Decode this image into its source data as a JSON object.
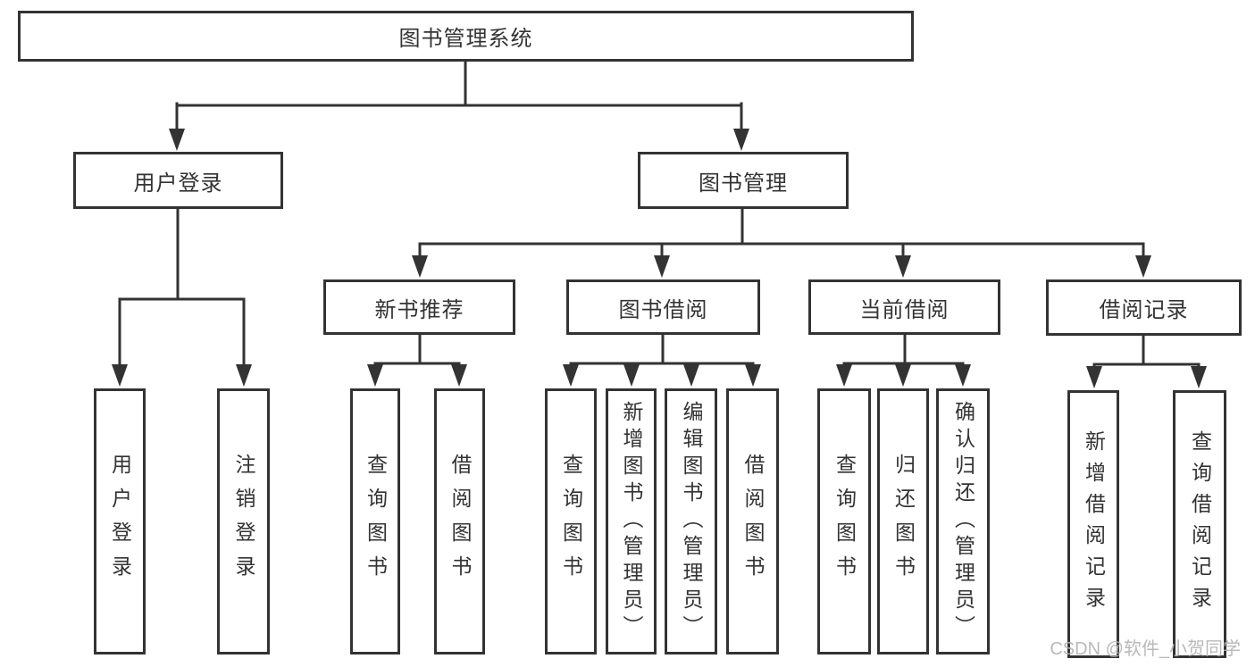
{
  "tree": {
    "root": {
      "label": "图书管理系统"
    },
    "children": [
      {
        "label": "用户登录",
        "children": [
          {
            "label": "用户登录"
          },
          {
            "label": "注销登录"
          }
        ]
      },
      {
        "label": "图书管理",
        "children": [
          {
            "label": "新书推荐",
            "children": [
              {
                "label": "查询图书"
              },
              {
                "label": "借阅图书"
              }
            ]
          },
          {
            "label": "图书借阅",
            "children": [
              {
                "label": "查询图书"
              },
              {
                "label": "新增图书（管理员）"
              },
              {
                "label": "编辑图书（管理员）"
              },
              {
                "label": "借阅图书"
              }
            ]
          },
          {
            "label": "当前借阅",
            "children": [
              {
                "label": "查询图书"
              },
              {
                "label": "归还图书"
              },
              {
                "label": "确认归还（管理员）"
              }
            ]
          },
          {
            "label": "借阅记录",
            "children": [
              {
                "label": "新增借阅记录"
              },
              {
                "label": "查询借阅记录"
              }
            ]
          }
        ]
      }
    ]
  },
  "watermark": "CSDN @软件_小贺同学",
  "colors": {
    "line": "#333333",
    "box_border": "#333333",
    "text": "#333333",
    "watermark": "#b4b4b4",
    "background": "#ffffff"
  }
}
